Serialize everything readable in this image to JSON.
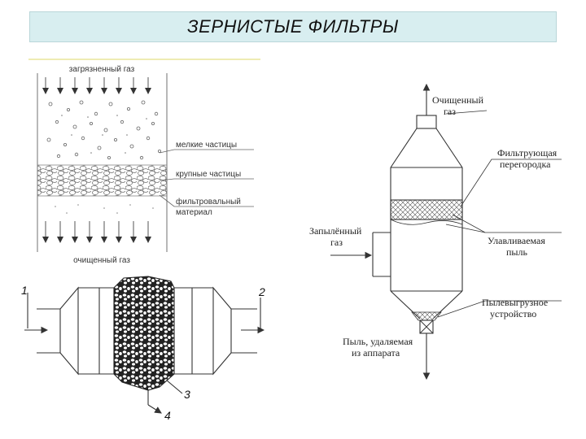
{
  "title": "ЗЕРНИСТЫЕ ФИЛЬТРЫ",
  "layer_diagram": {
    "top_label": "загрязненный газ",
    "bottom_label": "очищенный газ",
    "callouts": [
      "мелкие частицы",
      "крупные частицы",
      "фильтровальный",
      "материал"
    ]
  },
  "tube_diagram": {
    "numbers": [
      "1",
      "2",
      "3",
      "4"
    ]
  },
  "column_diagram": {
    "outlet_label": [
      "Очищенный",
      "газ"
    ],
    "partition_label": [
      "Фильтрующая",
      "перегородка"
    ],
    "inlet_label": [
      "Запылённый",
      "газ"
    ],
    "dust_label": [
      "Улавливаемая",
      "пыль"
    ],
    "unloader_label": [
      "Пылевыгрузное",
      "устройство"
    ],
    "removed_label": [
      "Пыль, удаляемая",
      "из аппарата"
    ]
  }
}
